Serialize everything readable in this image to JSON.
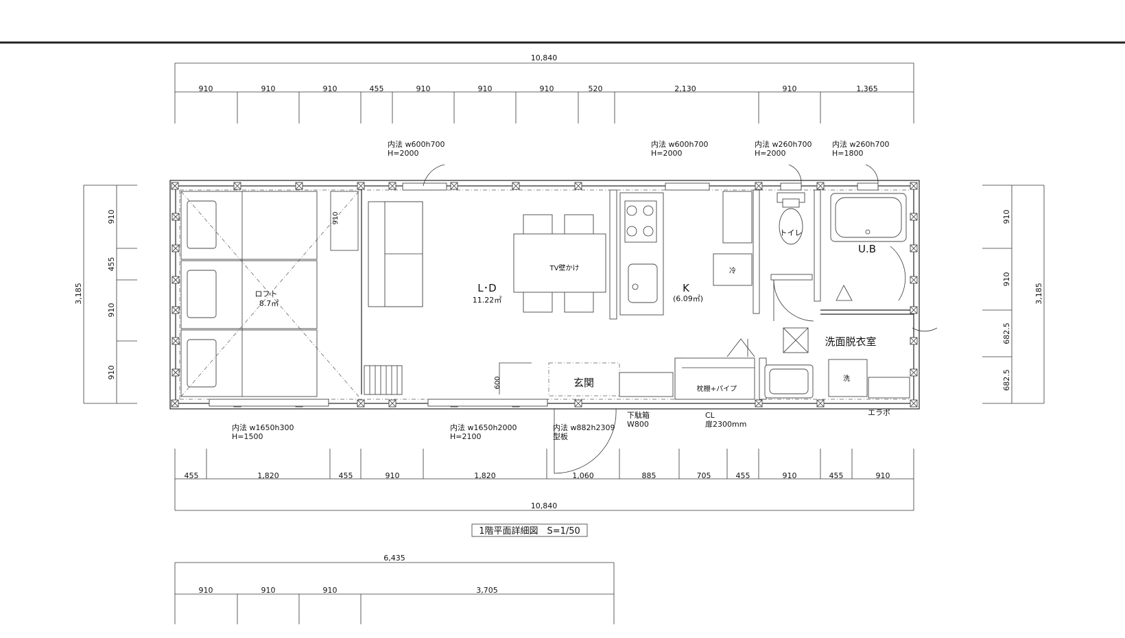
{
  "top_dims": {
    "overall": "10,840",
    "segments": [
      "910",
      "910",
      "910",
      "455",
      "910",
      "910",
      "910",
      "520",
      "2,130",
      "910",
      "1,365"
    ]
  },
  "bottom_dims": {
    "overall": "10,840",
    "segments": [
      "455",
      "1,820",
      "455",
      "910",
      "1,820",
      "1,060",
      "885",
      "705",
      "455",
      "910",
      "455",
      "910"
    ]
  },
  "left_dims": {
    "overall": "3,185",
    "segments": [
      "910",
      "455",
      "910",
      "910"
    ]
  },
  "right_dims": {
    "overall": "3,185",
    "segments": [
      "910",
      "910",
      "682.5",
      "682.5"
    ]
  },
  "second_floor_dims": {
    "overall": "6,435",
    "segments": [
      "910",
      "910",
      "910",
      "3,705"
    ]
  },
  "rooms": {
    "loft_name": "ロフト",
    "loft_area": "8.7㎡",
    "ld_name": "L･D",
    "ld_area": "11.22㎡",
    "k_name": "K",
    "k_area": "(6.09㎡)",
    "toilet": "トイレ",
    "ub": "U.B",
    "washroom": "洗面脱衣室",
    "entrance": "玄関"
  },
  "labels": {
    "tv": "TV壁かけ",
    "fridge": "冷",
    "washer": "洗",
    "shelf": "枕棚+パイプ",
    "loft_910": "910",
    "stair_600": "600",
    "shoe_box": "下駄箱",
    "shoe_box_w": "W800",
    "cl": "CL",
    "cl_door": "扉2300mm",
    "erabo": "エラボ"
  },
  "window_notes": {
    "w1_line1": "内法 w600h700",
    "w1_line2": "H=2000",
    "w2_line1": "内法 w600h700",
    "w2_line2": "H=2000",
    "w3_line1": "内法 w260h700",
    "w3_line2": "H=2000",
    "w4_line1": "内法 w260h700",
    "w4_line2": "H=1800",
    "w5_line1": "内法 w1650h300",
    "w5_line2": "H=1500",
    "w6_line1": "内法 w1650h2000",
    "w6_line2": "H=2100",
    "w7_line1": "内法 w882h2309",
    "w7_line2": "型板"
  },
  "caption": "1階平面詳細図　S=1/50"
}
